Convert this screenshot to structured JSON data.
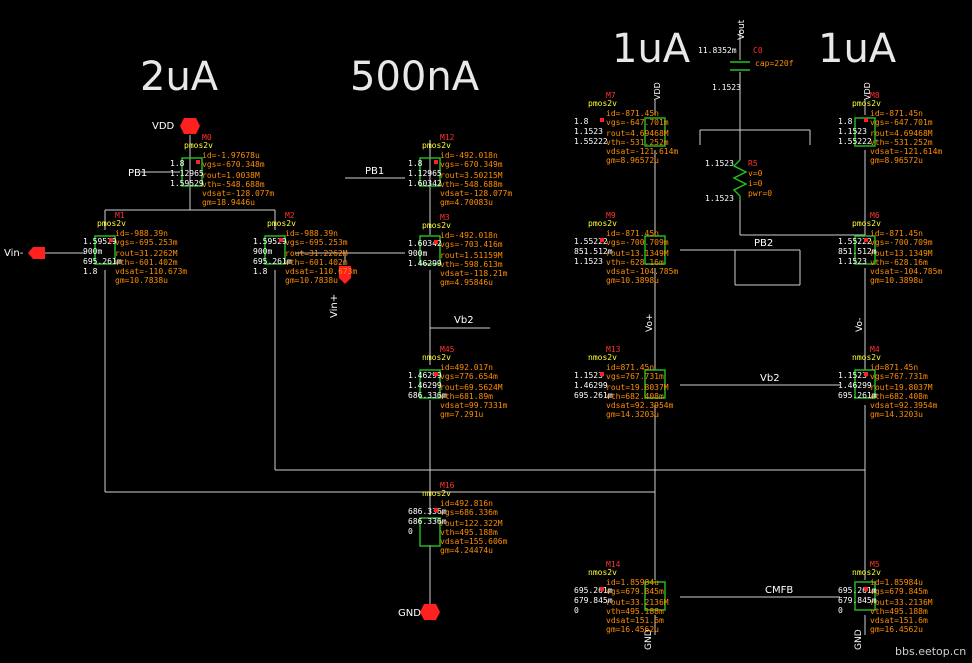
{
  "headers": [
    "2uA",
    "500nA",
    "1uA",
    "1uA"
  ],
  "pins": {
    "vdd_left": "VDD",
    "gnd_bottom": "GND",
    "vin_minus": "Vin-",
    "vin_plus": "Vin+",
    "vout": "Vout",
    "vo_plus": "Vo+",
    "vo_minus": "Vo-",
    "gnd_left": "GND",
    "gnd_right": "GND",
    "vdd_top_col2": "VDD",
    "vdd_top_col3": "VDD"
  },
  "nets": {
    "pb1_a": "PB1",
    "pb1_b": "PB1",
    "pb2": "PB2",
    "vb2_a": "Vb2",
    "vb2_b": "Vb2",
    "cmfb": "CMFB"
  },
  "capacitor": {
    "inst": "C0",
    "cap": "cap=220f",
    "vout_v": "11.8352m",
    "node_v": "1.1523"
  },
  "resistor": {
    "inst": "R5",
    "lines": [
      "v=0",
      "i=0",
      "pwr=0"
    ],
    "top_v": "1.1523",
    "bot_v": "1.1523"
  },
  "devices": [
    {
      "inst": "M0",
      "cell": "pmos2v",
      "lines": [
        "id=-1.97678u",
        "vgs=-670.348m",
        "rout=1.0038M",
        "vth=-548.688m",
        "vdsat=-128.077m",
        "gm=18.9446u"
      ],
      "nodes": [
        "1.8",
        "1.12965",
        "1.59529"
      ]
    },
    {
      "inst": "M12",
      "cell": "pmos2v",
      "lines": [
        "id=-492.018n",
        "vgs=-670.349m",
        "rout=3.50215M",
        "vth=-548.688m",
        "vdsat=-128.077m",
        "gm=4.70083u"
      ],
      "nodes": [
        "1.8",
        "1.12965",
        "1.60342"
      ]
    },
    {
      "inst": "M1",
      "cell": "pmos2v",
      "lines": [
        "id=-988.39n",
        "vgs=-695.253m",
        "rout=31.2262M",
        "vth=-601.402m",
        "vdsat=-110.673m",
        "gm=10.7838u"
      ],
      "nodes": [
        "1.59529",
        "900m",
        "695.261m",
        "1.8"
      ]
    },
    {
      "inst": "M2",
      "cell": "pmos2v",
      "lines": [
        "id=-988.39n",
        "vgs=-695.253m",
        "rout=31.2262M",
        "vth=-601.402m",
        "vdsat=-110.673m",
        "gm=10.7838u"
      ],
      "nodes": [
        "1.59529",
        "900m",
        "695.261m",
        "1.8"
      ]
    },
    {
      "inst": "M3",
      "cell": "pmos2v",
      "lines": [
        "id=-492.018n",
        "vgs=-703.416m",
        "rout=1.51159M",
        "vth=-598.613m",
        "vdsat=-118.21m",
        "gm=4.95846u"
      ],
      "nodes": [
        "1.60342",
        "900m",
        "1.46299"
      ]
    },
    {
      "inst": "M45",
      "cell": "nmos2v",
      "lines": [
        "id=492.017n",
        "vgs=776.654m",
        "rout=69.5624M",
        "vth=681.89m",
        "vdsat=99.7331m",
        "gm=7.291u"
      ],
      "nodes": [
        "1.46299",
        "1.46299",
        "686.336m"
      ]
    },
    {
      "inst": "M16",
      "cell": "nmos2v",
      "lines": [
        "id=492.816n",
        "vgs=686.336m",
        "rout=122.322M",
        "vth=495.188m",
        "vdsat=155.606m",
        "gm=4.24474u"
      ],
      "nodes": [
        "686.336m",
        "686.336m",
        "0"
      ]
    },
    {
      "inst": "M7",
      "cell": "pmos2v",
      "lines": [
        "id=-871.45n",
        "vgs=-647.701m",
        "rout=4.69468M",
        "vth=-531.252m",
        "vdsat=-121.614m",
        "gm=8.96572u"
      ],
      "nodes": [
        "1.8",
        "1.1523",
        "1.55222"
      ]
    },
    {
      "inst": "M9",
      "cell": "pmos2v",
      "lines": [
        "id=-871.45n",
        "vgs=-700.709m",
        "rout=13.1349M",
        "vth=-628.16m",
        "vdsat=-104.785m",
        "gm=10.3898u"
      ],
      "nodes": [
        "1.55222",
        "851.512m",
        "1.1523"
      ]
    },
    {
      "inst": "M13",
      "cell": "nmos2v",
      "lines": [
        "id=871.45n",
        "vgs=767.731m",
        "rout=19.8037M",
        "vth=682.408m",
        "vdsat=92.3954m",
        "gm=14.3203u"
      ],
      "nodes": [
        "1.1523",
        "1.46299",
        "695.261m"
      ]
    },
    {
      "inst": "M14",
      "cell": "nmos2v",
      "lines": [
        "id=1.85984u",
        "vgs=679.845m",
        "rout=33.2136M",
        "vth=495.188m",
        "vdsat=151.6m",
        "gm=16.4562u"
      ],
      "nodes": [
        "695.261m",
        "679.845m",
        "0"
      ]
    },
    {
      "inst": "M8",
      "cell": "pmos2v",
      "lines": [
        "id=-871.45n",
        "vgs=-647.701m",
        "rout=4.69468M",
        "vth=-531.252m",
        "vdsat=-121.614m",
        "gm=8.96572u"
      ],
      "nodes": [
        "1.8",
        "1.1523",
        "1.55222"
      ]
    },
    {
      "inst": "M6",
      "cell": "pmos2v",
      "lines": [
        "id=-871.45n",
        "vgs=-700.709m",
        "rout=13.1349M",
        "vth=-628.16m",
        "vdsat=-104.785m",
        "gm=10.3898u"
      ],
      "nodes": [
        "1.55222",
        "851.512m",
        "1.1523"
      ]
    },
    {
      "inst": "M4",
      "cell": "nmos2v",
      "lines": [
        "id=871.45n",
        "vgs=767.731m",
        "rout=19.8037M",
        "vth=682.408m",
        "vdsat=92.3954m",
        "gm=14.3203u"
      ],
      "nodes": [
        "1.1523",
        "1.46299",
        "695.261m"
      ]
    },
    {
      "inst": "M5",
      "cell": "nmos2v",
      "lines": [
        "id=1.85984u",
        "vgs=679.845m",
        "rout=33.2136M",
        "vth=495.188m",
        "vdsat=151.6m",
        "gm=16.4562u"
      ],
      "nodes": [
        "695.261m",
        "679.845m",
        "0"
      ]
    }
  ],
  "watermark": "bbs.eetop.cn",
  "colors": {
    "background": "#000000",
    "wire": "#d0d0d0",
    "pin": "#ff2020",
    "device": "#22c422",
    "annotation": "#ff8c00",
    "cellname": "#ffff33"
  }
}
